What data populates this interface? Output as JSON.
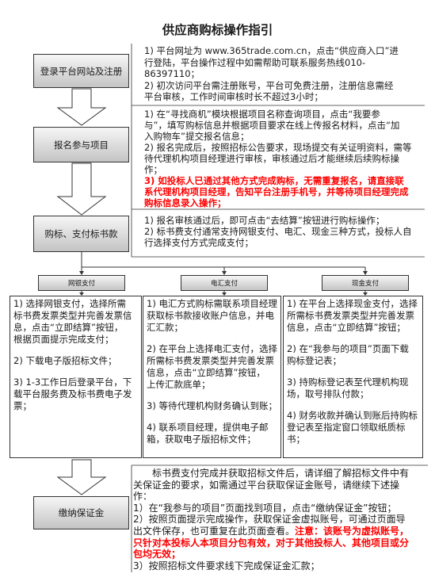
{
  "title": "供应商购标操作指引",
  "colors": {
    "emphasis": "#ff0000",
    "box_gradient_top": "#f6f6f6",
    "box_gradient_bottom": "#c4c4c4",
    "line": "#333333"
  },
  "steps": [
    {
      "label": "登录平台网站及注册",
      "lines": [
        "1) 平台网址为 www.365trade.com.cn，点击“供应商入口”进",
        "行登陆，平台操作过程中如需帮助可联系服务热线010-",
        "86397110；",
        "2) 初次访问平台需注册账号，平台可免费注册，注册信息需经",
        "平台审核，工作时间审核时长不超过3小时；"
      ]
    },
    {
      "label": "报名参与项目",
      "lines": [
        "1) 在“寻找商机”模块根据项目名称查询项目，点击“我要参",
        "与”，填写购标信息并根据项目要求在线上传报名材料，点击“加",
        "入购物车”提交报名信息；",
        "2) 报名完成后，按照招标公告要求，现场提交有关证明资料，需等",
        "待代理机构项目经理进行审核，审核通过后才能继续后续购标操",
        "作；"
      ],
      "notice_lines": [
        "3) 如投标人已通过其他方式完成购标，无需重复报名，请直接联",
        "系代理机构项目经理，告知平台注册手机号，并等待项目经理完成",
        "购标信息录入操作；"
      ]
    },
    {
      "label": "购标、支付标书款",
      "lines": [
        "1) 报名审核通过后，即可点击“去结算”按钮进行购标操作；",
        "2) 标书费支付通常支持网银支付、电汇、现金三种方式，投标人自",
        "行选择支付方式完成支付；"
      ]
    },
    {
      "label": "缴纳保证金",
      "intro_lines": [
        "标书费支付完成并获取招标文件后，请详细了解招标文件中有",
        "关保证金的要求，如需通过平台获取保证金账号，请继续下述操",
        "作："
      ],
      "item1": "1）在“我参与的项目”页面找到项目，点击“缴纳保证金”按钮；",
      "item2_lines": [
        "2）按照页面提示完成操作，获取保证金虚拟账号，可通过页面导",
        "出文件保存，也可重复在此页面查看。"
      ],
      "notice_lines": [
        "注意：该账号为虚拟账号，",
        "只针对本投标人本项目分包有效，对于其他投标人、其他项目或分",
        "包均无效；"
      ],
      "item3": "3）按照招标文件要求线下完成保证金汇款；"
    }
  ],
  "payment_methods": [
    {
      "label": "网银支付",
      "paragraphs": [
        [
          "1) 选择网银支付，选择所需",
          "标书费发票类型并完善发票信",
          "息，点击“立即结算”按钮，",
          "根据页面提示完成支付；"
        ],
        [
          "2) 下载电子版招标文件；"
        ],
        [
          "3) 1-3工作日后登录平台，下",
          "载平台服务费及标书费电子发",
          "票；"
        ]
      ]
    },
    {
      "label": "电汇支付",
      "paragraphs": [
        [
          "1) 电汇方式购标需联系项目经理",
          "获取标书款接收账户信息，并电",
          "汇汇款；"
        ],
        [
          "2) 在平台上选择电汇支付，选择",
          "所需标书费发票类型并完善发票",
          "信息，点击“立即结算”按钮，",
          "上传汇款底单；"
        ],
        [
          "3) 等待代理机构财务确认到账；"
        ],
        [
          "4) 联系项目经理，提供电子邮",
          "箱，获取电子版招标文件；"
        ]
      ]
    },
    {
      "label": "现金支付",
      "paragraphs": [
        [
          "1) 在平台上选择现金支付，选择",
          "所需标书费发票类型并完善发票",
          "信息，点击“立即结算”按钮；"
        ],
        [
          "2) 在“我参与的项目”页面下载",
          "购标登记表；"
        ],
        [
          "3) 持购标登记表至代理机构现",
          "场，取号排队付款；"
        ],
        [
          "4) 财务收款并确认到账后持购标",
          "登记表至指定窗口领取纸质标",
          "书；"
        ]
      ]
    }
  ]
}
